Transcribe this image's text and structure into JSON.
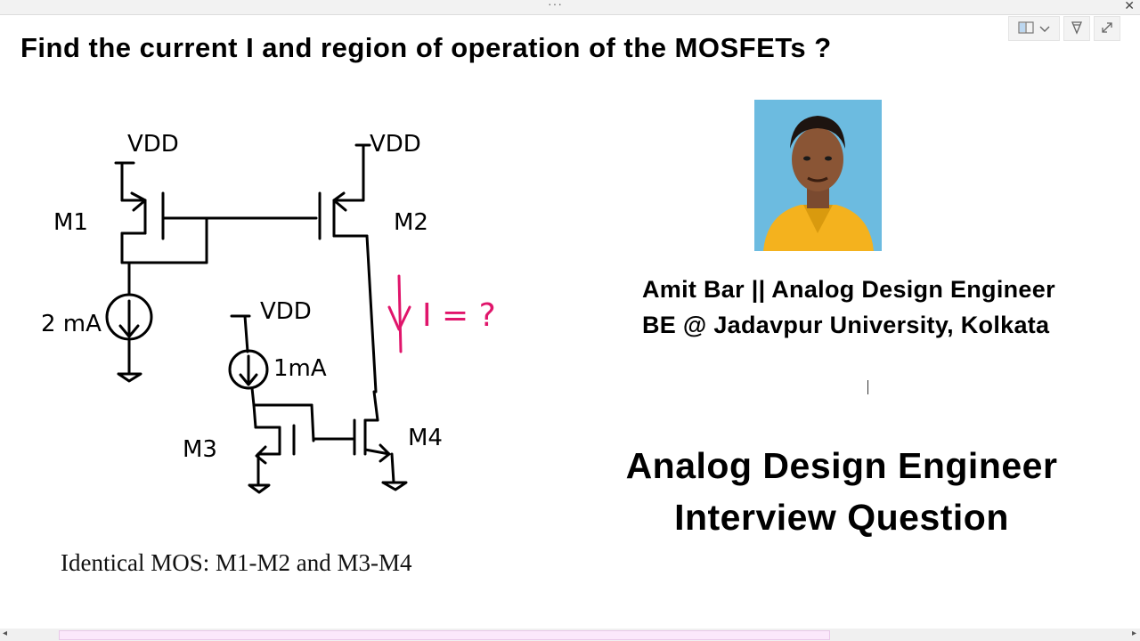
{
  "window": {
    "close_glyph": "✕",
    "menu_dots": "···"
  },
  "toolbar": {
    "view_icon": "page-view-icon",
    "chevron_icon": "chevron-down-icon",
    "pen_icon": "pen-icon",
    "expand_icon": "expand-icon"
  },
  "question": {
    "title": "Find the current I and region of operation of the MOSFETs ?"
  },
  "circuit": {
    "vdd_m1": "VDD",
    "vdd_m2": "VDD",
    "vdd_ref": "VDD",
    "m1": "M1",
    "m2": "M2",
    "m3": "M3",
    "m4": "M4",
    "source_2ma": "2 mA",
    "source_1ma": "1mA",
    "unknown_current": "I = ?",
    "ink_color": "#000000",
    "highlight_color": "#e0156b"
  },
  "note": "Identical MOS: M1-M2 and M3-M4",
  "author": {
    "line1": "Amit Bar || Analog Design Engineer",
    "line2": "BE @ Jadavpur University, Kolkata"
  },
  "headline": {
    "line1": "Analog Design Engineer",
    "line2": "Interview Question"
  },
  "scroll": {
    "left_arrow": "◂",
    "right_arrow": "▸"
  }
}
